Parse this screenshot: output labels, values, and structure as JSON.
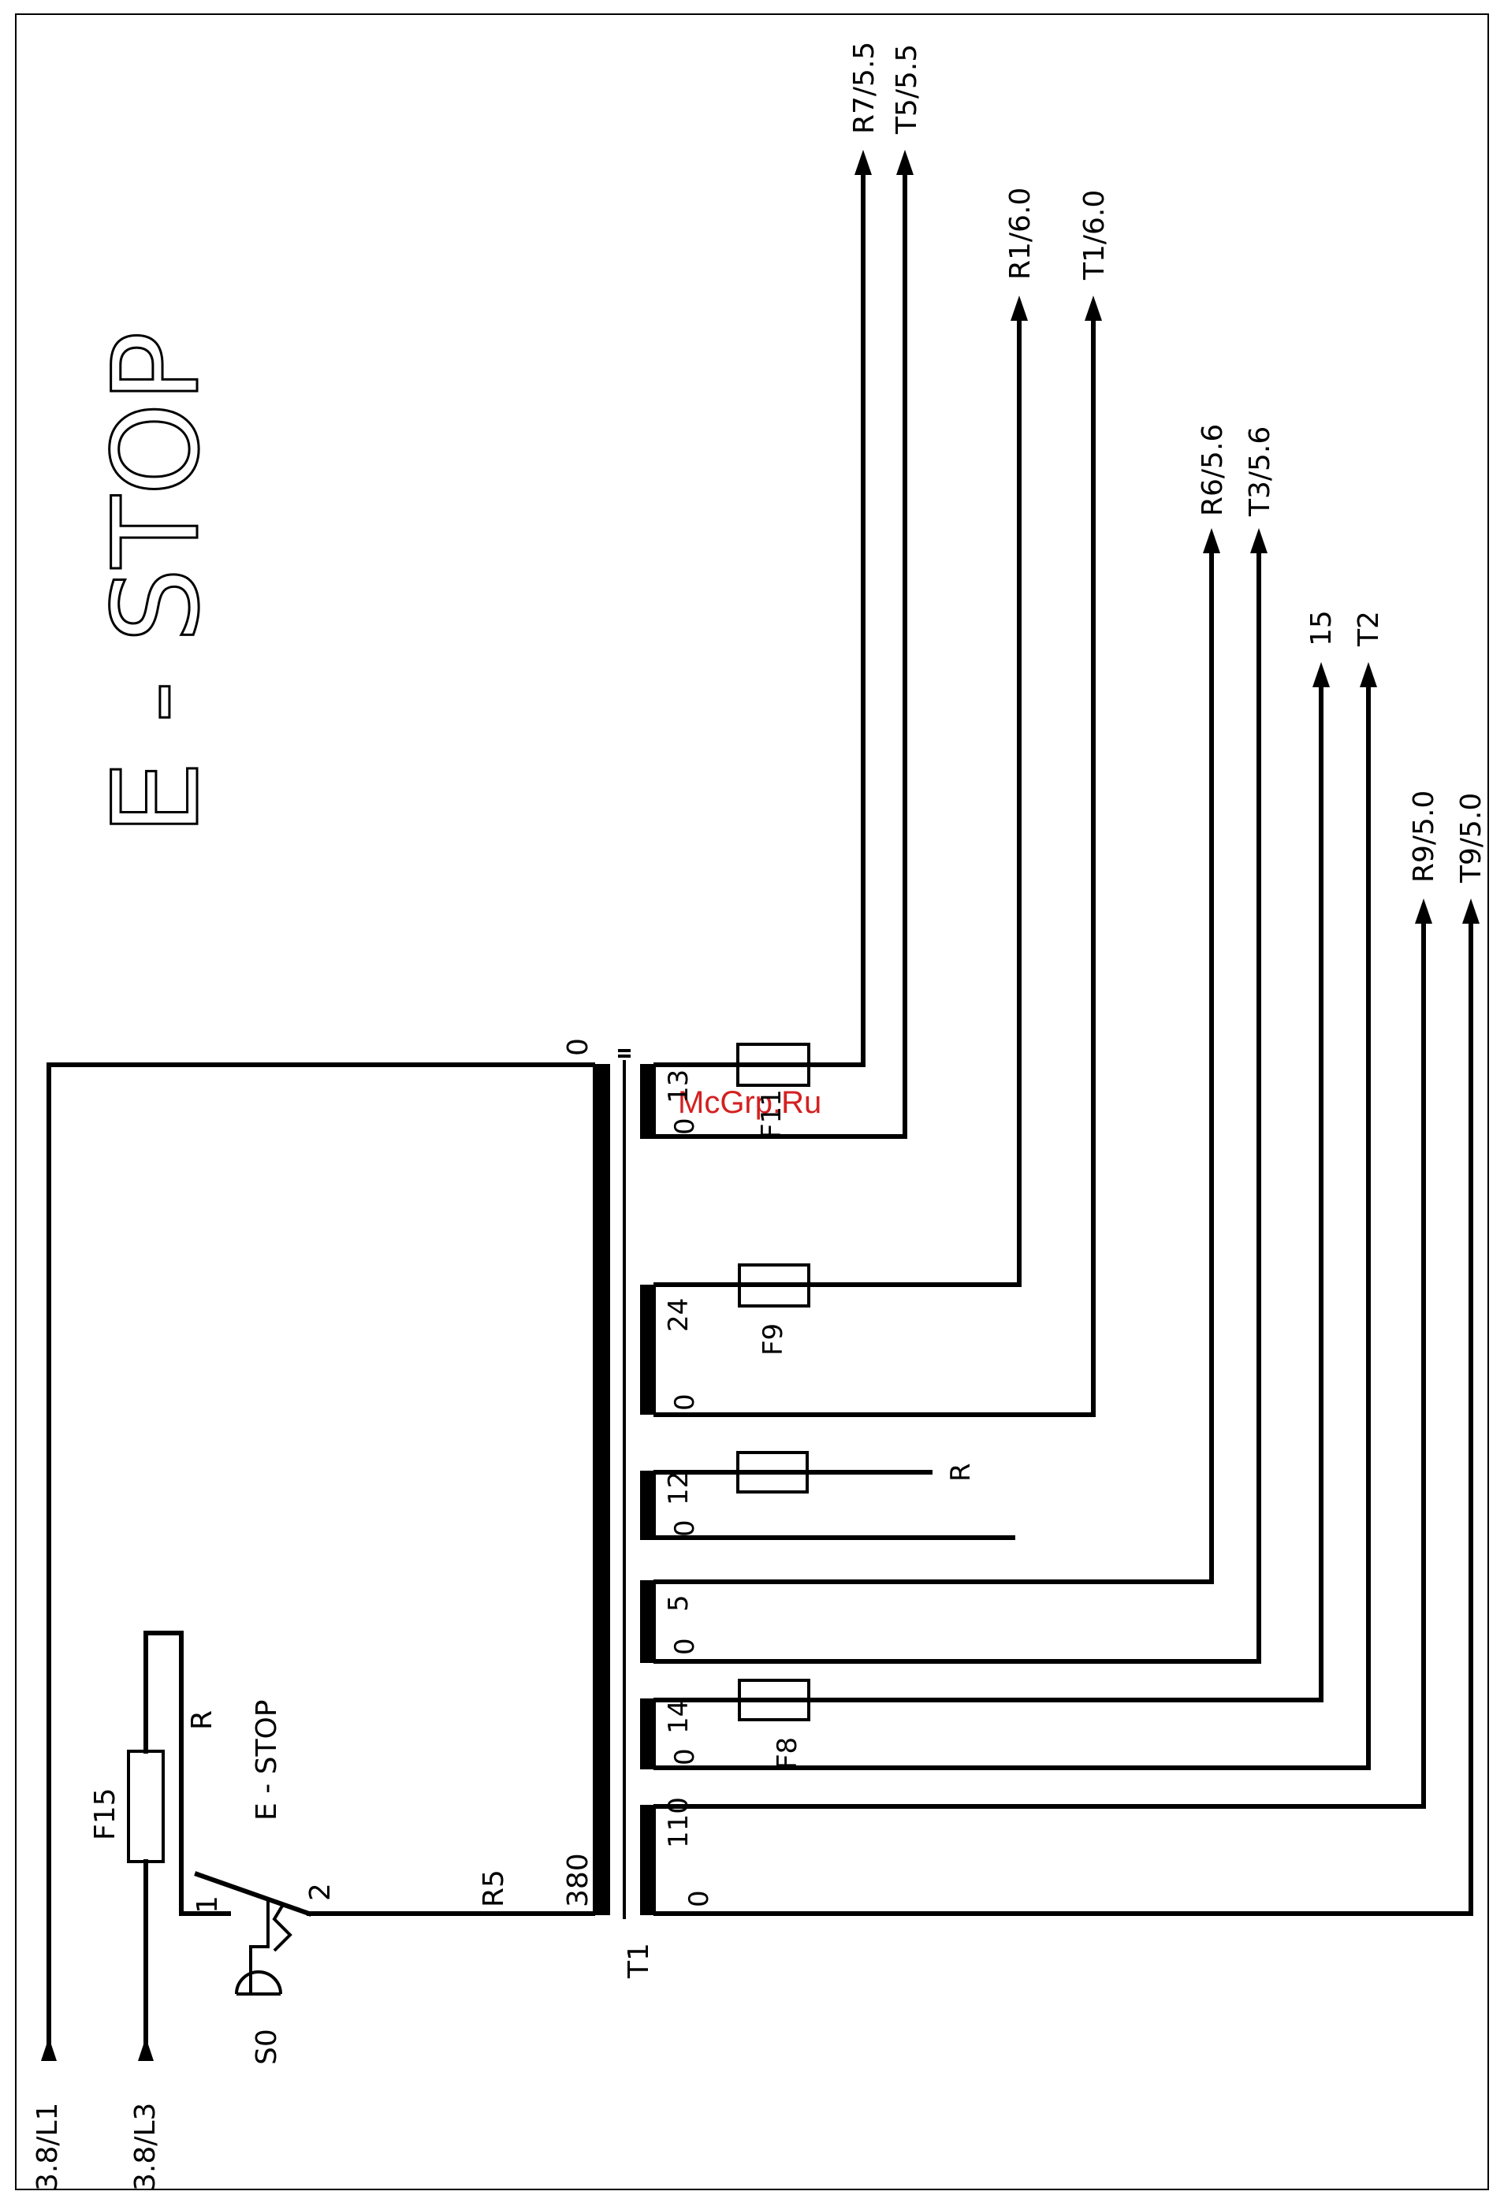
{
  "title": "E - STOP",
  "watermark": "McGrp.Ru",
  "transformer": {
    "label": "T1",
    "primary_taps": [
      "0",
      "R5",
      "380"
    ]
  },
  "secondaries": [
    {
      "tap": "13",
      "zero": "0",
      "fuse": "F11"
    },
    {
      "tap": "24",
      "zero": "0",
      "fuse": "F9"
    },
    {
      "tap": "12",
      "zero": "0",
      "fuse": "",
      "end_label": "R"
    },
    {
      "tap": "5",
      "zero": "0"
    },
    {
      "tap": "14",
      "zero": "0",
      "fuse": "F8"
    },
    {
      "tap": "110",
      "zero": "0"
    }
  ],
  "outputs": [
    "R7/5.5",
    "T5/5.5",
    "R1/6.0",
    "T1/6.0",
    "R6/5.6",
    "T3/5.6",
    "15",
    "T2",
    "R9/5.0",
    "T9/5.0"
  ],
  "inputs": [
    "3.8/L1",
    "3.8/L3"
  ],
  "estop": {
    "switch": "S0",
    "label": "E - STOP",
    "fuse": "F15",
    "terminal_r": "R",
    "pin1": "1",
    "pin2": "2"
  }
}
